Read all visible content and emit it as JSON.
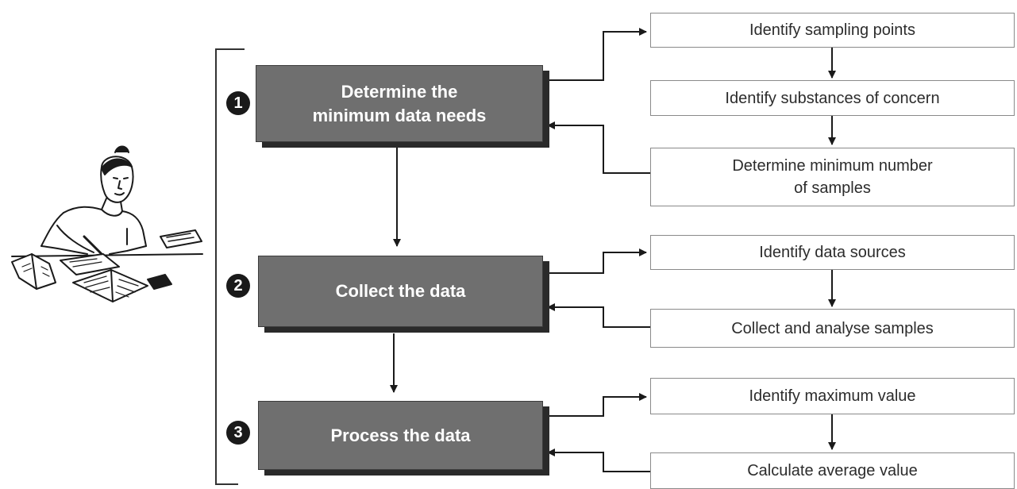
{
  "steps": [
    {
      "number": "1",
      "label": "Determine the\nminimum data  needs"
    },
    {
      "number": "2",
      "label": "Collect the data"
    },
    {
      "number": "3",
      "label": "Process the data"
    }
  ],
  "substeps": {
    "step1": [
      "Identify sampling points",
      "Identify substances of concern",
      "Determine minimum number\nof samples"
    ],
    "step2": [
      "Identify data sources",
      "Collect and analyse samples"
    ],
    "step3": [
      "Identify maximum value",
      "Calculate average value"
    ]
  },
  "illustration": "person-working-at-desk-illustration"
}
